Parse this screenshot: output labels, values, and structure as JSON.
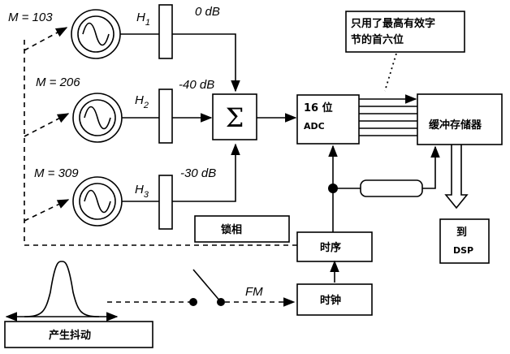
{
  "oscillators": [
    {
      "label": "M = 103",
      "filter": "H",
      "sub": "1",
      "gain": "0 dB"
    },
    {
      "label": "M = 206",
      "filter": "H",
      "sub": "2",
      "gain": "-40 dB"
    },
    {
      "label": "M = 309",
      "filter": "H",
      "sub": "3",
      "gain": "-30 dB"
    }
  ],
  "sum_symbol": "Σ",
  "adc": {
    "line1": "16 位",
    "line2": "ADC"
  },
  "buffer_label": "缓冲存储器",
  "annotation": [
    "只用了最高有效字",
    "节的首六位"
  ],
  "dsp": {
    "line1": "到",
    "line2": "DSP"
  },
  "phase_lock_label": "锁相",
  "timing_label": "时序",
  "clock_label": "时钟",
  "fm_label": "FM",
  "jitter_label": "产生抖动"
}
